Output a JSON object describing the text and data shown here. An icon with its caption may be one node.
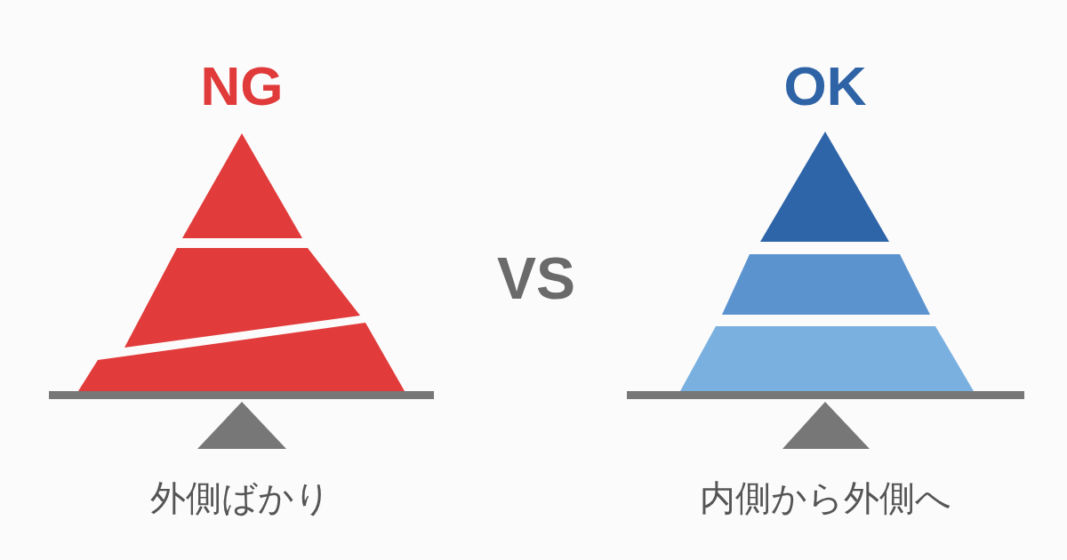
{
  "diagram": {
    "labels": [
      "NG",
      "VS",
      "OK",
      "外側ばかり",
      "内側から外側へ"
    ]
  }
}
